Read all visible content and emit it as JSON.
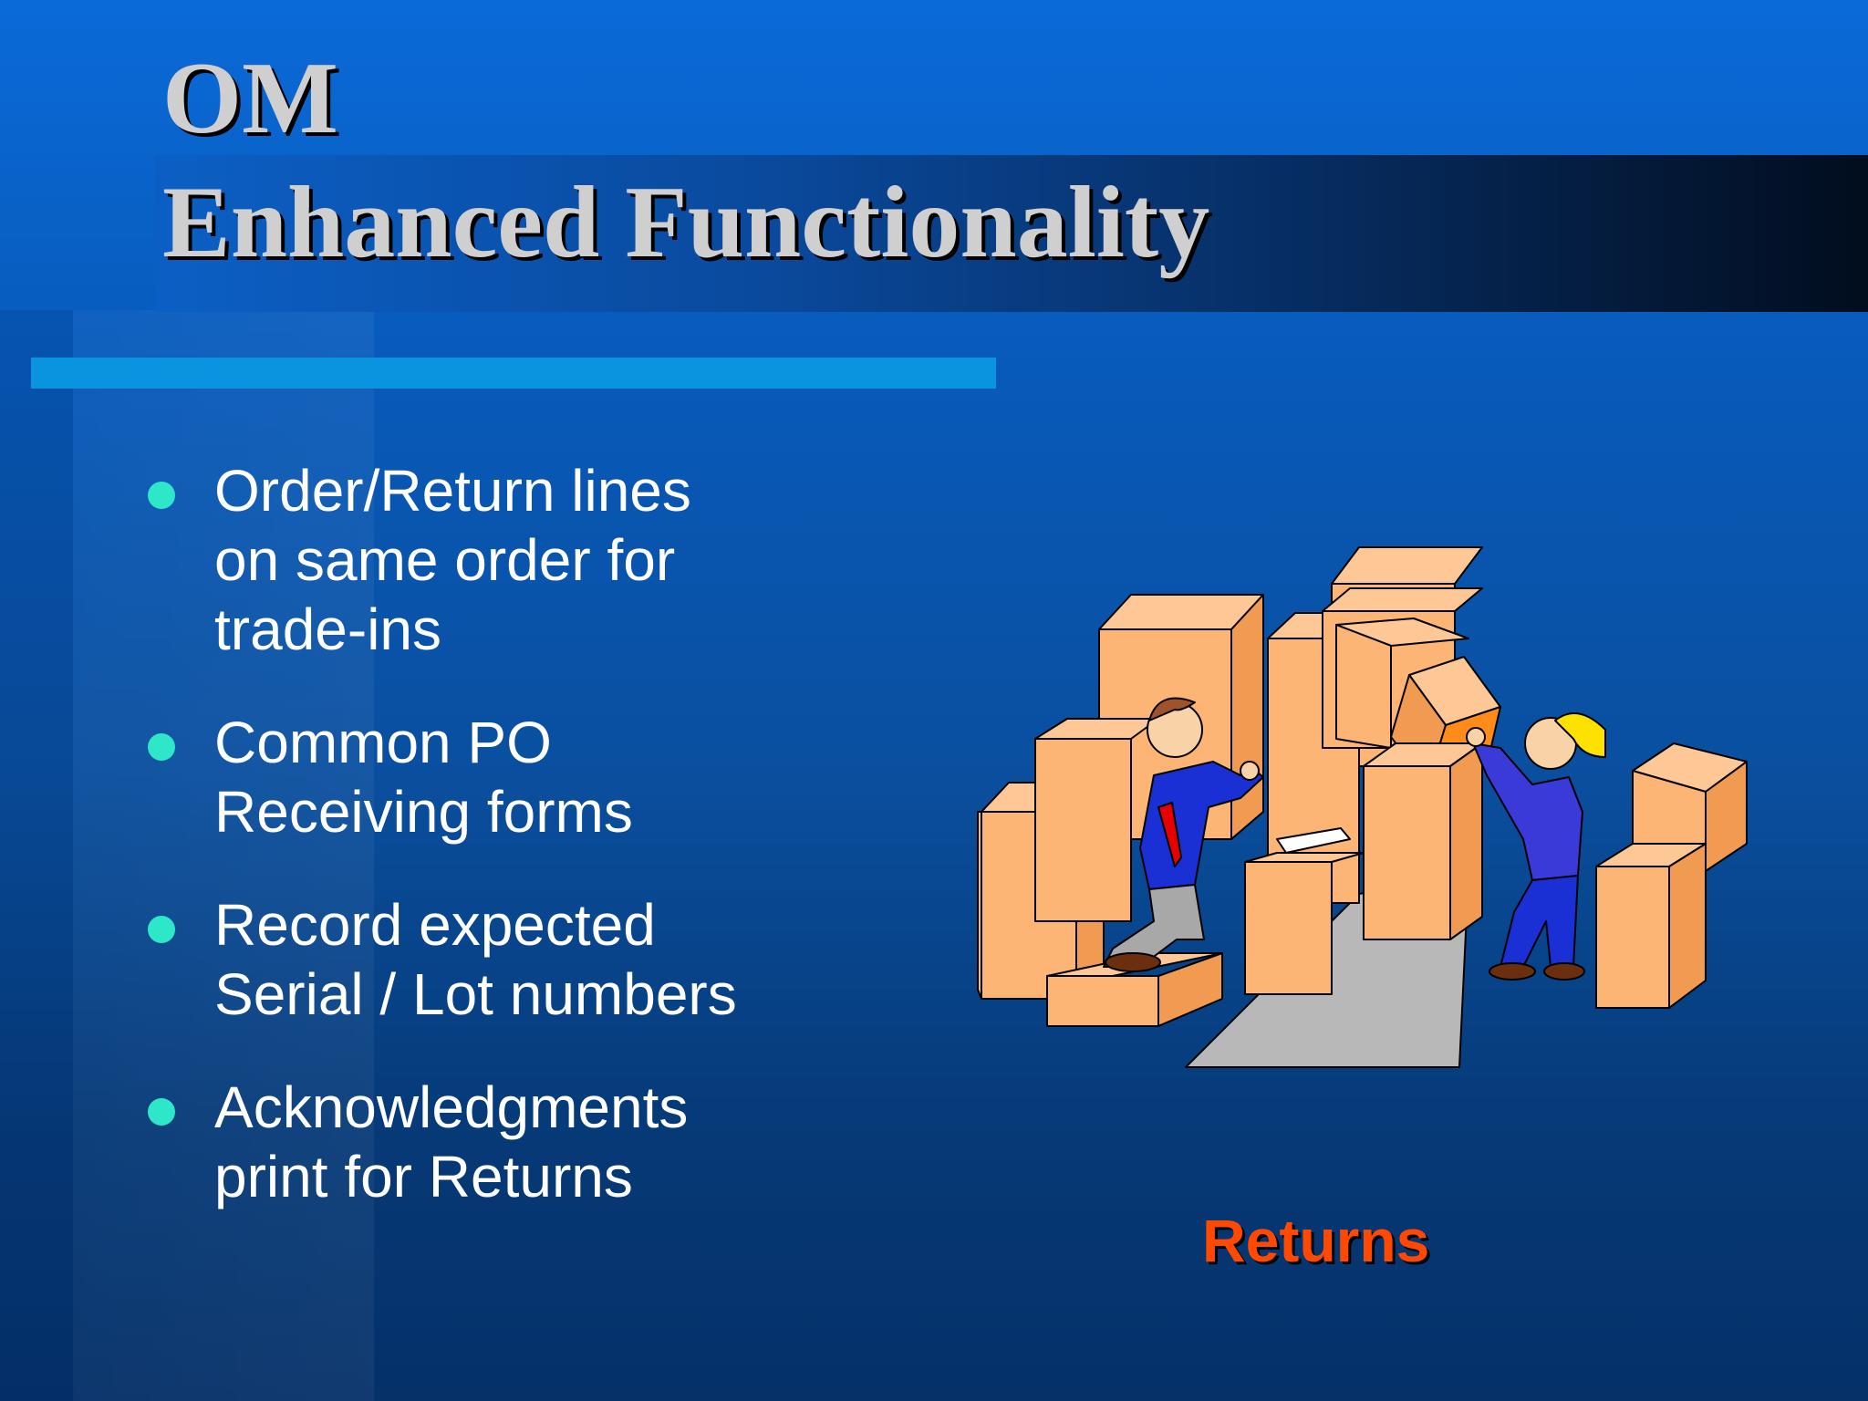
{
  "title": {
    "line1": "OM",
    "line2": "Enhanced Functionality"
  },
  "bullets": [
    {
      "lines": [
        "Order/Return lines",
        "on same order for",
        "trade-ins"
      ]
    },
    {
      "lines": [
        "Common PO",
        "Receiving forms"
      ]
    },
    {
      "lines": [
        "Record expected",
        "Serial / Lot numbers"
      ]
    },
    {
      "lines": [
        "Acknowledgments",
        "print for Returns"
      ]
    }
  ],
  "illustration": {
    "icon": "returns-clipart-icon"
  },
  "caption": "Returns",
  "colors": {
    "bullet": "#2ee6c8",
    "accent_bar": "#0a94e0",
    "caption": "#ff4800",
    "box": "#fdb575"
  }
}
